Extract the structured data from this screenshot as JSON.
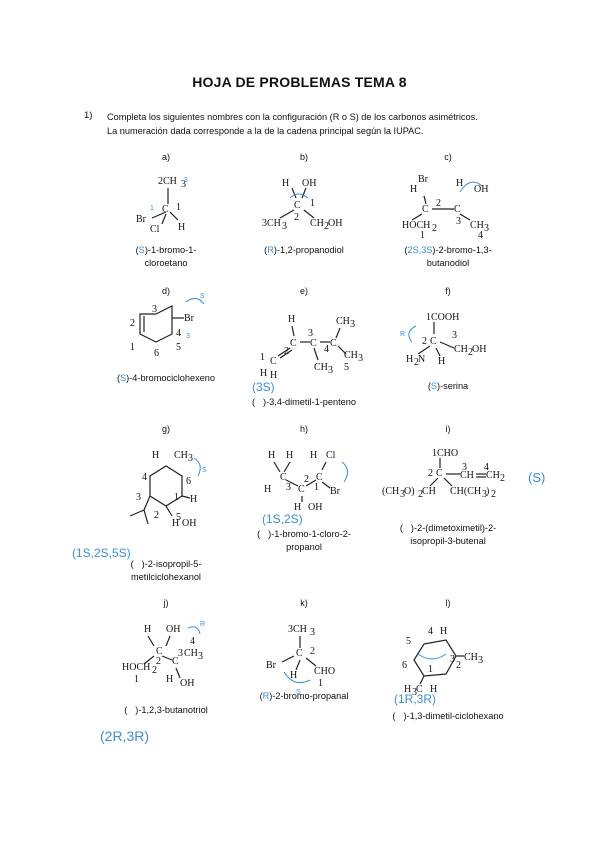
{
  "title": "HOJA DE PROBLEMAS TEMA 8",
  "question": {
    "number": "1)",
    "line1": "Completa los siguientes nombres con la configuración (R o S) de los carbonos asimétricos.",
    "line2": "La numeración dada corresponde a la de la cadena principal según la IUPAC."
  },
  "items": [
    {
      "label": "a)",
      "prefix": "(",
      "answer": "S",
      "caption1": ")-1-bromo-1-",
      "caption2": "cloroetano"
    },
    {
      "label": "b)",
      "prefix": "(",
      "answer": "R",
      "caption1": ")-1,2-propanodiol",
      "caption2": ""
    },
    {
      "label": "c)",
      "prefix": "(",
      "answer": "2S,3S",
      "caption1": ")-2-bromo-1,3-",
      "caption2": "butanodiol"
    },
    {
      "label": "d)",
      "prefix": "(",
      "answer": "S",
      "caption1": ")-4-bromociclohexeno",
      "caption2": ""
    },
    {
      "label": "e)",
      "prefix": "(",
      "answer": "",
      "caption1": ")-3,4-dimetil-1-penteno",
      "caption2": "",
      "handnote": "(3S)"
    },
    {
      "label": "f)",
      "prefix": "(",
      "answer": "S",
      "caption1": ")-serina",
      "caption2": ""
    },
    {
      "label": "g)",
      "prefix": "(",
      "answer": "",
      "caption1": ")-2-isopropil-5-",
      "caption2": "metilciclohexanol",
      "handnote": "(1S,2S,5S)"
    },
    {
      "label": "h)",
      "prefix": "(",
      "answer": "",
      "caption1": ")-1-bromo-1-cloro-2-",
      "caption2": "propanol",
      "handnote": "(1S,2S)"
    },
    {
      "label": "i)",
      "prefix": "(",
      "answer": "",
      "caption1": ")-2-(dimetoximetil)-2-",
      "caption2": "isopropil-3-butenal",
      "handnote": "(S)"
    },
    {
      "label": "j)",
      "prefix": "(",
      "answer": "",
      "caption1": ")-1,2,3-butanotriol",
      "caption2": "",
      "handnote": "(2R,3R)"
    },
    {
      "label": "k)",
      "prefix": "(",
      "answer": "R",
      "caption1": ")-2-bromo-propanal",
      "caption2": ""
    },
    {
      "label": "l)",
      "prefix": "(",
      "answer": "",
      "caption1": ")-1,3-dimetil-ciclohexano",
      "caption2": "",
      "handnote": "(1R,3R)"
    }
  ],
  "annotation_color": "#3b8fd9"
}
